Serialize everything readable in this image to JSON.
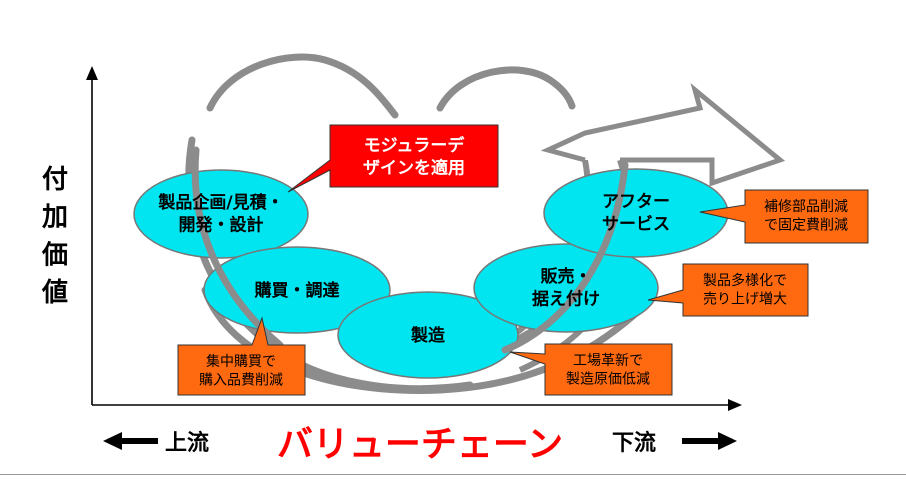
{
  "y_axis_label": "付\n加\n価\n値",
  "stages": {
    "planning": "製品企画/見積・\n開発・設計",
    "purchasing": "購買・調達",
    "manufacturing": "製造",
    "sales": "販売・\n据え付け",
    "after_service": "アフター\nサービス"
  },
  "callouts": {
    "modular": "モジュラーデ\nザインを適用",
    "repair": "補修部品削減\nで固定費削減",
    "variety": "製品多様化で\n売り上げ増大",
    "factory": "工場革新で\n製造原価低減",
    "procurement": "集中購買で\n購入品費削減"
  },
  "bottom": {
    "upstream": "上流",
    "title": "バリューチェーン",
    "downstream": "下流"
  },
  "colors": {
    "ellipse_fill": "#00e5f0",
    "callout_orange": "#ff6a10",
    "callout_red": "#ff0000",
    "title_red": "#ff0000",
    "arrow_gray": "#8a8a8a"
  }
}
